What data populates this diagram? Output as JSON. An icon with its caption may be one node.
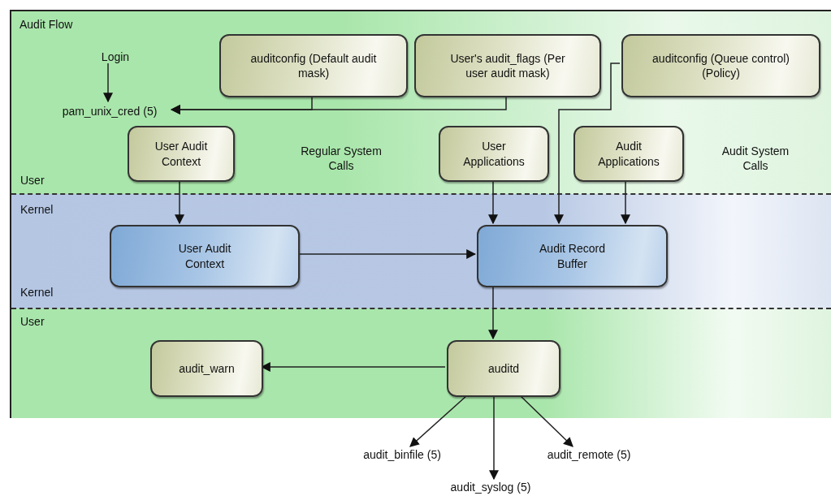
{
  "diagram": {
    "nodes": [
      {
        "text": [
          "Audit Flow"
        ]
      },
      {
        "text": [
          "Login"
        ],
        "in": 0
      },
      {
        "text": [
          "auditconfig (Default audit mask)"
        ],
        "in": 0
      },
      {
        "text": [
          "User's audit_flags (Per user audit mask)"
        ],
        "in": 0
      },
      {
        "text": [
          "auditconfig (Queue control) (Policy)"
        ],
        "in": 0
      },
      {
        "text": [
          "pam_unix_cred (5)"
        ],
        "in": 0
      },
      {
        "text": [
          "User Audit Context"
        ],
        "in": 0
      },
      {
        "text": [
          "User Applications"
        ],
        "in": 0
      },
      {
        "text": [
          "Audit Applications"
        ],
        "in": 0
      },
      {
        "text": [
          "User Audit Context"
        ],
        "in": 0
      },
      {
        "text": [
          "Audit Record Buffer"
        ],
        "in": 0
      },
      {
        "text": [
          "audit_warn"
        ],
        "in": 0
      },
      {
        "text": [
          "auditd"
        ],
        "in": 0
      },
      {
        "text": [
          "audit_binfile (5)"
        ]
      },
      {
        "text": [
          "audit_syslog (5)"
        ]
      },
      {
        "text": [
          "audit_remote (5)"
        ]
      }
    ],
    "edges": [
      {
        "from": 1,
        "to": 5,
        "arrow": "to"
      },
      {
        "from": 2,
        "to": 5,
        "arrow": "to"
      },
      {
        "from": 3,
        "to": 5,
        "arrow": "to"
      },
      {
        "from": 4,
        "to": 10,
        "arrow": "to"
      },
      {
        "from": 6,
        "to": 9,
        "arrow": "to"
      },
      {
        "from": 7,
        "to": 10,
        "arrow": "to"
      },
      {
        "from": 8,
        "to": 10,
        "arrow": "to"
      },
      {
        "from": 9,
        "to": 10,
        "arrow": "to"
      },
      {
        "from": 10,
        "to": 12,
        "arrow": "to"
      },
      {
        "from": 12,
        "to": 11,
        "arrow": "to"
      },
      {
        "from": 12,
        "to": 13,
        "arrow": "to"
      },
      {
        "from": 12,
        "to": 14,
        "arrow": "to"
      },
      {
        "from": 12,
        "to": 15,
        "arrow": "to"
      }
    ],
    "labels": [
      "Regular System Calls",
      "Audit System Calls",
      "User",
      "Kernel",
      "Kernel",
      "User"
    ]
  }
}
